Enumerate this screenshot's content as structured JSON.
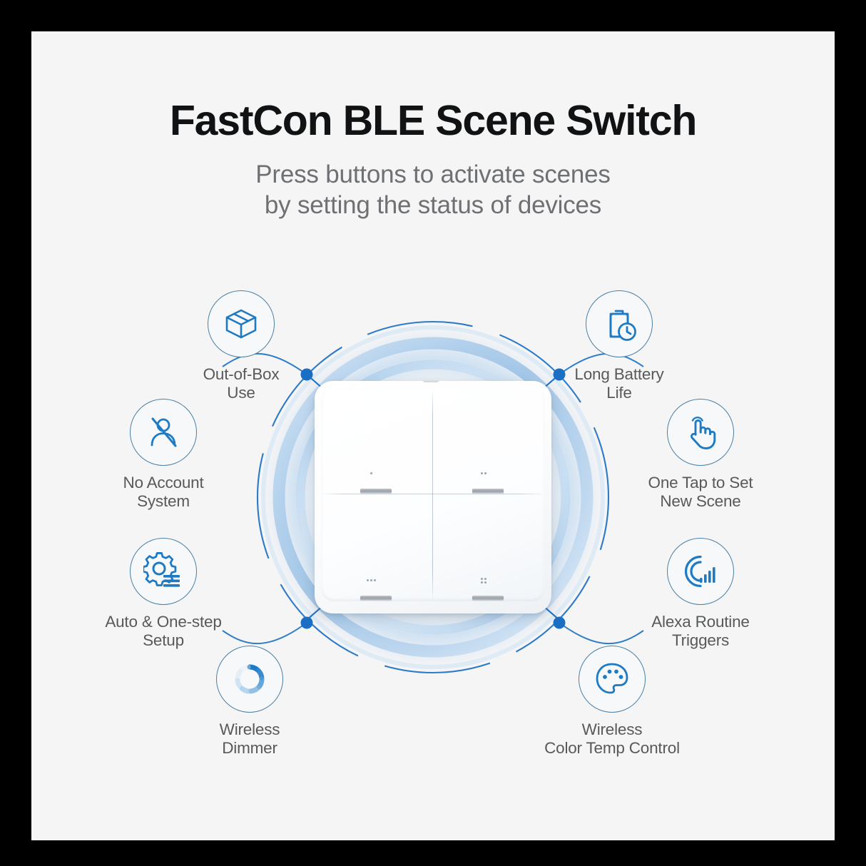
{
  "theme": {
    "canvas_border": "#000000",
    "panel_bg": "#f5f5f5",
    "title_color": "#111213",
    "subtitle_color": "#6e7073",
    "caption_color": "#58595b",
    "icon_circle_stroke": "#4a7fa5",
    "icon_glyph_blue": "#1f7ac4",
    "connector_blue": "#1a6fc4",
    "halo_blue": "#8dbbe8"
  },
  "header": {
    "title": "FastCon BLE Scene Switch",
    "subtitle_line1": "Press buttons to activate scenes",
    "subtitle_line2": "by setting the status of devices"
  },
  "features_left": [
    {
      "id": "out-of-box-use",
      "icon": "open-box-icon",
      "line1": "Out-of-Box",
      "line2": "Use"
    },
    {
      "id": "no-account-system",
      "icon": "no-account-person-icon",
      "line1": "No Account",
      "line2": "System"
    },
    {
      "id": "auto-one-step-setup",
      "icon": "gear-settings-icon",
      "line1": "Auto & One-step",
      "line2": "Setup"
    },
    {
      "id": "wireless-dimmer",
      "icon": "dimmer-ring-icon",
      "line1": "Wireless",
      "line2": "Dimmer"
    }
  ],
  "features_right": [
    {
      "id": "long-battery-life",
      "icon": "battery-clock-icon",
      "line1": "Long Battery",
      "line2": "Life"
    },
    {
      "id": "one-tap-new-scene",
      "icon": "tap-hand-icon",
      "line1": "One Tap to Set",
      "line2": "New Scene"
    },
    {
      "id": "alexa-routine-triggers",
      "icon": "alexa-voice-ring-icon",
      "line1": "Alexa Routine",
      "line2": "Triggers"
    },
    {
      "id": "wireless-color-temp-control",
      "icon": "color-palette-icon",
      "line1": "Wireless",
      "line2": "Color Temp Control"
    }
  ],
  "device": {
    "name": "4-button wireless scene switch",
    "buttons": [
      {
        "position": "top-left",
        "marker_dots": 1
      },
      {
        "position": "top-right",
        "marker_dots": 2
      },
      {
        "position": "bottom-left",
        "marker_dots": 3
      },
      {
        "position": "bottom-right",
        "marker_dots": 4
      }
    ]
  }
}
